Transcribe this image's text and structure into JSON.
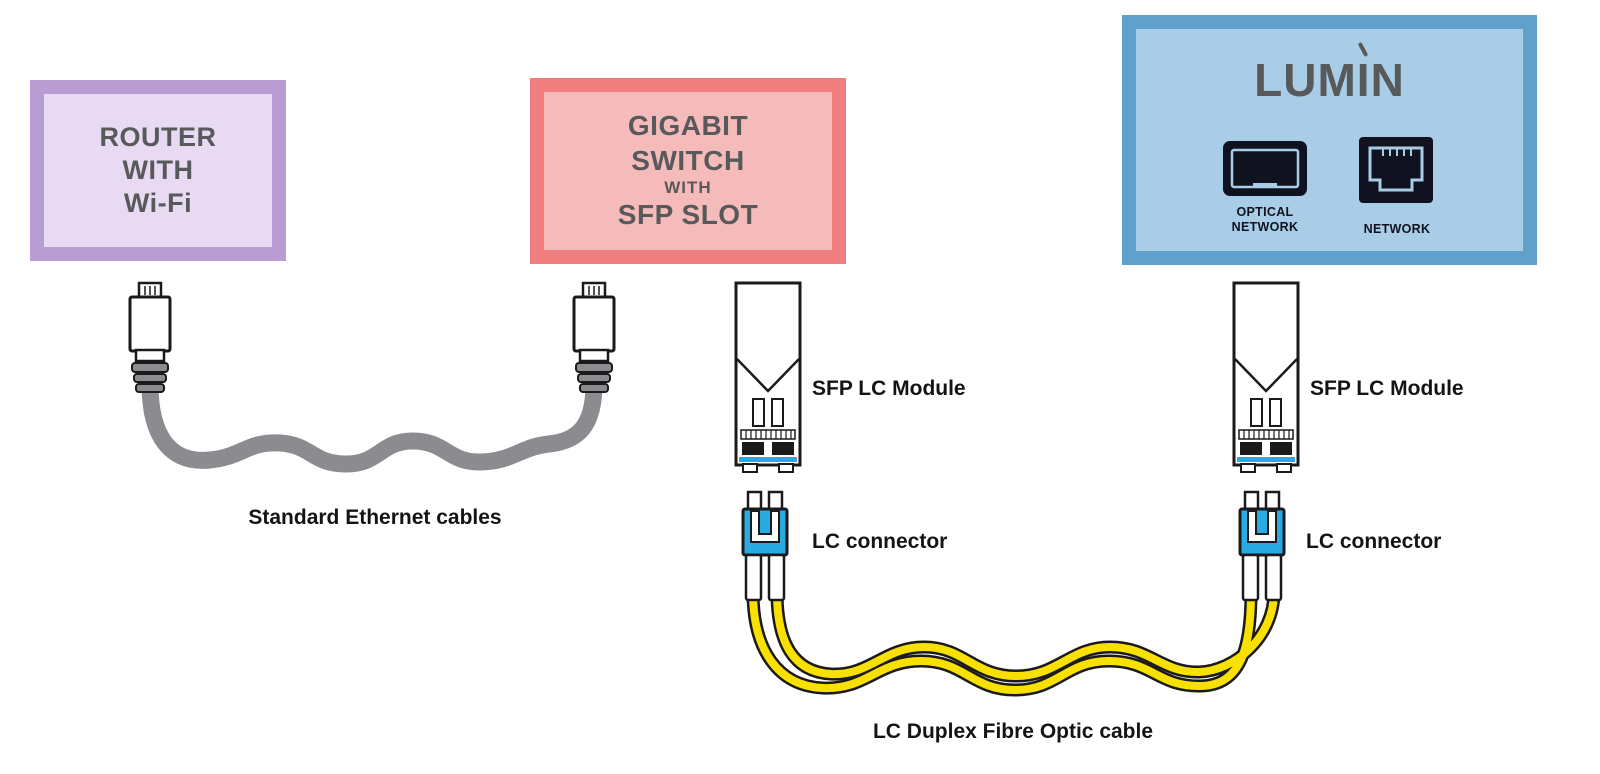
{
  "boxes": {
    "router": {
      "lines": [
        "ROUTER",
        "WITH",
        "Wi-Fi"
      ]
    },
    "gigabit_switch": {
      "line1": "GIGABIT",
      "line2": "SWITCH",
      "line3": "WITH",
      "line4": "SFP SLOT"
    },
    "lumin": {
      "title": "LUMIN",
      "optical_port_line1": "OPTICAL",
      "optical_port_line2": "NETWORK",
      "network_port_label": "NETWORK"
    }
  },
  "labels": {
    "ethernet_cable": "Standard Ethernet cables",
    "sfp_module_left": "SFP LC Module",
    "sfp_module_right": "SFP LC Module",
    "lc_connector_left": "LC connector",
    "lc_connector_right": "LC connector",
    "fibre_cable": "LC Duplex Fibre Optic cable"
  },
  "icons": {
    "optical_port": "sfp-cage-icon",
    "network_port": "rj45-jack-icon",
    "left_plug": "rj45-plug-icon",
    "right_plug": "rj45-plug-icon"
  },
  "colors": {
    "router_border": "#b99cd1",
    "router_fill": "#e8daf2",
    "switch_border": "#f07e7e",
    "switch_fill": "#f5baba",
    "lumin_border": "#5fa1ca",
    "lumin_fill": "#a9cde6",
    "heading_text": "#58595b",
    "label_text": "#141414",
    "outline_dark": "#1a1a1a",
    "ethernet_cable": "#8b8b90",
    "fibre_yellow": "#f8e100",
    "lc_blue": "#29abe2",
    "port_dark": "#10131f"
  }
}
